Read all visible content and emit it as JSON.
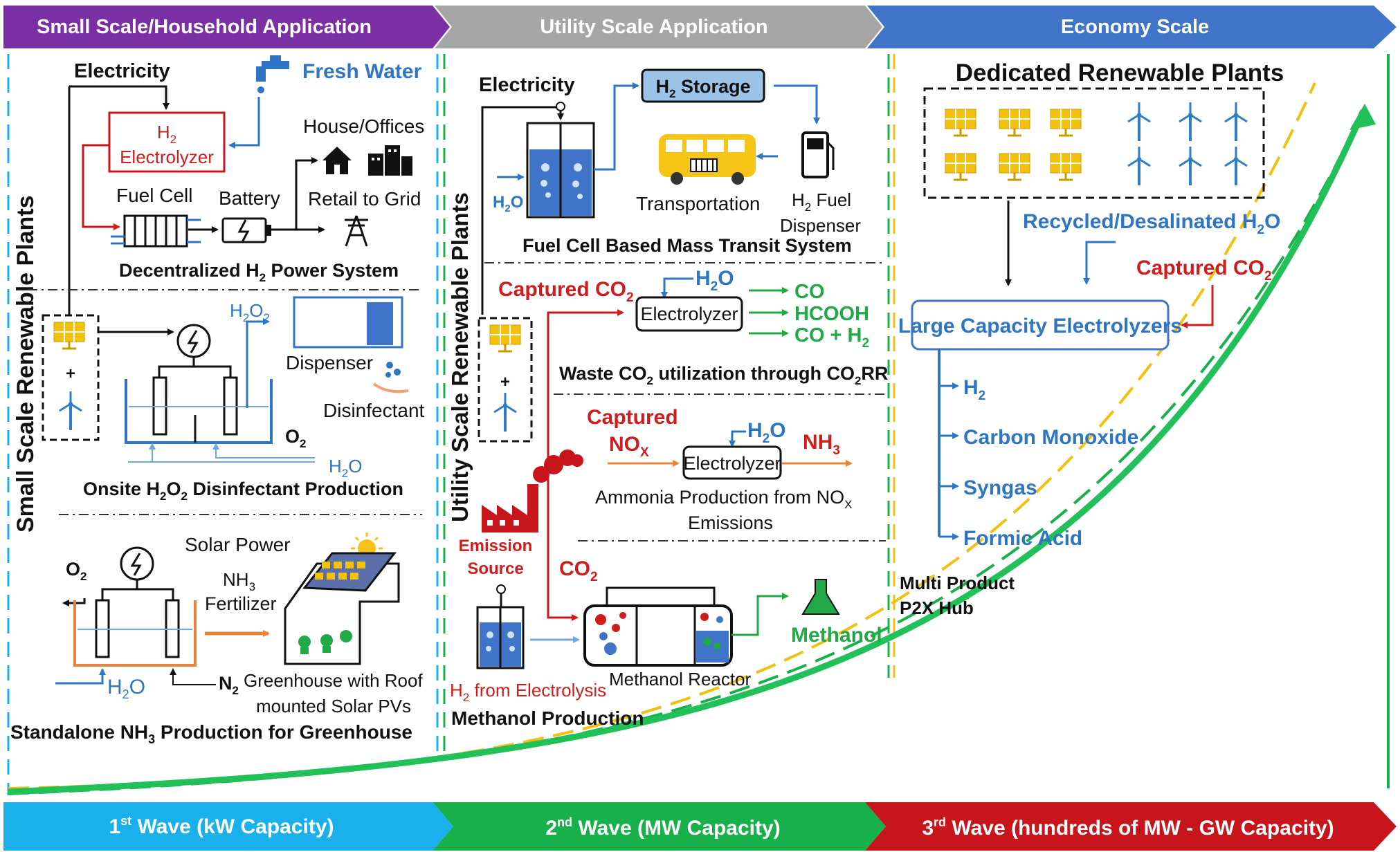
{
  "headers": {
    "small": "Small Scale/Household Application",
    "utility": "Utility Scale Application",
    "economy": "Economy Scale"
  },
  "waves": {
    "first": {
      "sup": "st",
      "pre": "1",
      "text": "Wave (kW Capacity)"
    },
    "second": {
      "sup": "nd",
      "pre": "2",
      "text": "Wave (MW Capacity)"
    },
    "third": {
      "sup": "rd",
      "pre": "3",
      "text": "Wave (hundreds of MW - GW Capacity)"
    }
  },
  "colors": {
    "purple": "#7a2fa5",
    "grey": "#a6a6a6",
    "blue": "#3f74c8",
    "cyan": "#1ab0ec",
    "green": "#17b04a",
    "red": "#c8141b",
    "yellow": "#f2c10f"
  },
  "small": {
    "side_label": "Small Scale Renewable Plants",
    "electricity": "Electricity",
    "fresh_water": "Fresh Water",
    "h2_electrolyzer_1": "H",
    "h2_electrolyzer_sub": "2",
    "h2_electrolyzer_2": "Electrolyzer",
    "house_offices": "House/Offices",
    "fuel_cell": "Fuel Cell",
    "battery": "Battery",
    "retail": "Retail to Grid",
    "decentralized": "Decentralized H",
    "decentralized_sub": "2",
    "decentralized_end": " Power System",
    "h2o2": "H",
    "h2o2_sub1": "2",
    "h2o2_mid": "O",
    "h2o2_sub2": "2",
    "dispenser": "Dispenser",
    "disinfectant": "Disinfectant",
    "o2": "O",
    "o2_sub": "2",
    "h2o": "H",
    "h2o_sub": "2",
    "h2o_end": "O",
    "onsite": "Onsite H",
    "onsite_sub1": "2",
    "onsite_mid": "O",
    "onsite_sub2": "2",
    "onsite_end": " Disinfectant Production",
    "solar_power": "Solar Power",
    "nh3": "NH",
    "nh3_sub": "3",
    "fertilizer": "Fertilizer",
    "o2b": "O",
    "o2b_sub": "2",
    "h2ob": "H",
    "h2ob_sub": "2",
    "h2ob_end": "O",
    "n2": "N",
    "n2_sub": "2",
    "greenhouse_1": "Greenhouse with Roof",
    "greenhouse_2": "mounted Solar PVs",
    "standalone": "Standalone NH",
    "standalone_sub": "3",
    "standalone_end": " Production for Greenhouse"
  },
  "utility": {
    "side_label": "Utility Scale Renewable Plants",
    "electricity": "Electricity",
    "h2_storage": "H",
    "h2_storage_sub": "2",
    "h2_storage_end": " Storage",
    "h2o": "H",
    "h2o_sub": "2",
    "h2o_end": "O",
    "transportation": "Transportation",
    "h2_fuel": "H",
    "h2_fuel_sub": "2",
    "h2_fuel_end": " Fuel",
    "dispenser": "Dispenser",
    "fuel_cell_mts": "Fuel Cell Based Mass Transit System",
    "captured_co2": "Captured CO",
    "captured_co2_sub": "2",
    "h2o_b": "H",
    "h2o_b_sub": "2",
    "h2o_b_end": "O",
    "electrolyzer": "Electrolyzer",
    "co": "CO",
    "hcooh": "HCOOH",
    "co_h2": "CO + H",
    "co_h2_sub": "2",
    "waste_co2": "Waste CO",
    "waste_co2_sub": "2",
    "waste_co2_mid": " utilization through CO",
    "waste_co2_sub2": "2",
    "waste_co2_end": "RR",
    "captured": "Captured",
    "nox": "NO",
    "nox_sub": "X",
    "h2o_c": "H",
    "h2o_c_sub": "2",
    "h2o_c_end": "O",
    "nh3": "NH",
    "nh3_sub": "3",
    "electrolyzer_2": "Electrolyzer",
    "ammonia_1": "Ammonia Production  from NO",
    "ammonia_sub": "X",
    "ammonia_2": "Emissions",
    "emission_1": "Emission",
    "emission_2": "Source",
    "co2": "CO",
    "co2_sub": "2",
    "methanol": "Methanol",
    "h2_electrolysis": "H",
    "h2_electrolysis_sub": "2",
    "h2_electrolysis_end": " from Electrolysis",
    "methanol_reactor": "Methanol Reactor",
    "methanol_production": "Methanol Production"
  },
  "economy": {
    "dedicated": "Dedicated Renewable Plants",
    "recycled": "Recycled/Desalinated H",
    "recycled_sub": "2",
    "recycled_end": "O",
    "captured_co2": "Captured CO",
    "captured_co2_sub": "2",
    "large_electrolyzers": "Large Capacity Electrolyzers",
    "products": [
      {
        "text": "H",
        "sub": "2"
      },
      {
        "text": "Carbon Monoxide",
        "sub": ""
      },
      {
        "text": "Syngas",
        "sub": ""
      },
      {
        "text": "Formic Acid",
        "sub": ""
      }
    ],
    "hub_1": "Multi Product",
    "hub_2": "P2X Hub"
  }
}
